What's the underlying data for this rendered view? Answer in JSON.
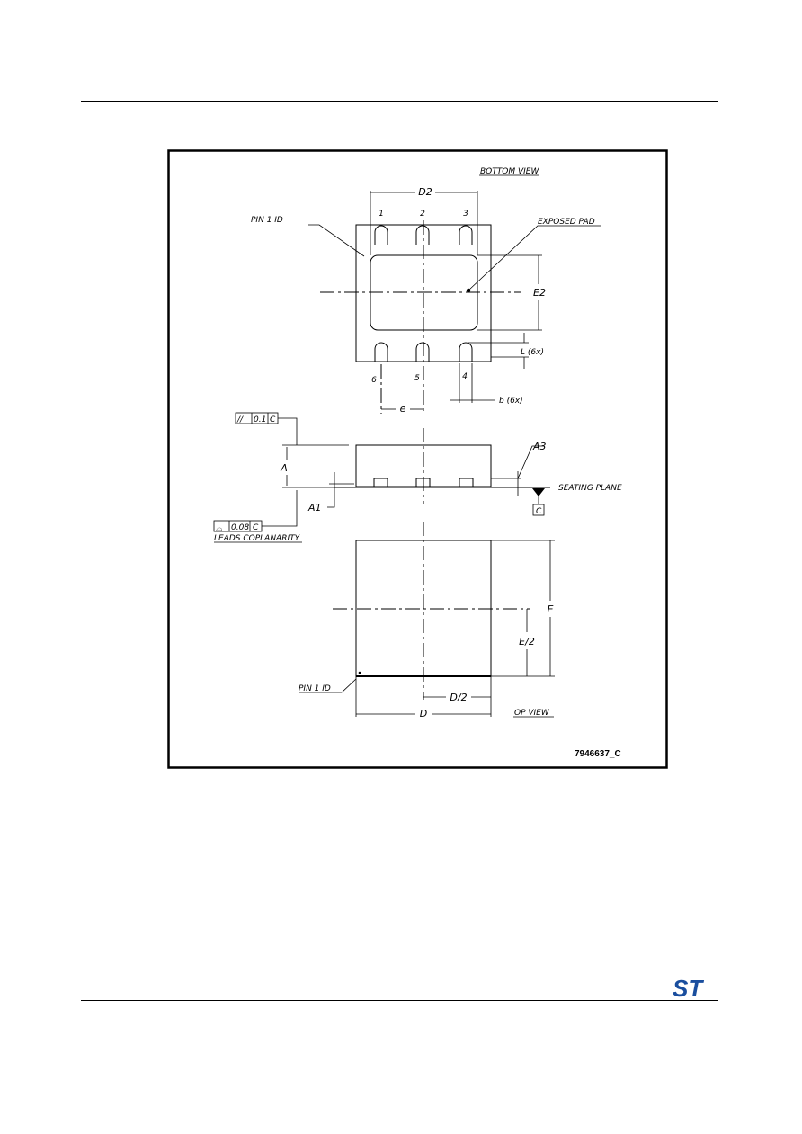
{
  "drawing": {
    "bottom_view": {
      "title": "BOTTOM VIEW",
      "pin1_id": "PIN 1 ID",
      "exposed_pad": "EXPOSED PAD",
      "d2": "D2",
      "e2": "E2",
      "l_6x": "L (6x)",
      "b_6x": "b (6x)",
      "e": "e",
      "pins_top": [
        "1",
        "2",
        "3"
      ],
      "pins_bottom": [
        "6",
        "5",
        "4"
      ]
    },
    "side_view": {
      "parallelism": "//",
      "parallelism_value": "0.1",
      "datum_ref": "C",
      "a": "A",
      "a1": "A1",
      "a3": "A3",
      "seating_plane": "SEATING PLANE",
      "datum_c": "C",
      "coplanarity_symbol": "⌓",
      "coplanarity_value": "0.08",
      "coplanarity_ref": "C",
      "leads_coplanarity": "LEADS COPLANARITY"
    },
    "top_view": {
      "title": "OP VIEW",
      "pin1_id": "PIN 1 ID",
      "e_dim": "E",
      "e_half": "E/2",
      "d_half": "D/2",
      "d": "D"
    },
    "drawing_code": "7946637_C"
  },
  "logo": {
    "text": "ST",
    "name": "st-logo",
    "color": "#1a4e9e"
  }
}
